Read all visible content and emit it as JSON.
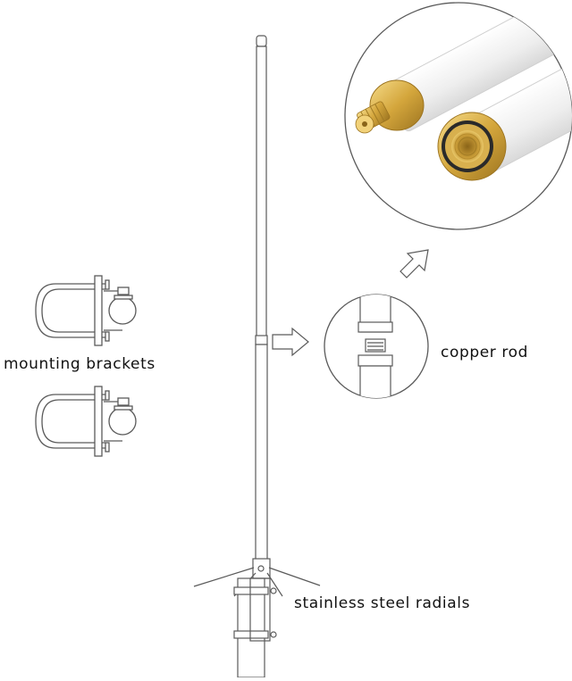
{
  "labels": {
    "mounting_brackets": "mounting brackets",
    "copper_rod": "copper rod",
    "stainless_steel_radials": "stainless steel radials"
  },
  "colors": {
    "line": "#5a5a5a",
    "gold": "#c99a2e",
    "gold_light": "#f3d27a",
    "tube": "#f4f4f4"
  }
}
